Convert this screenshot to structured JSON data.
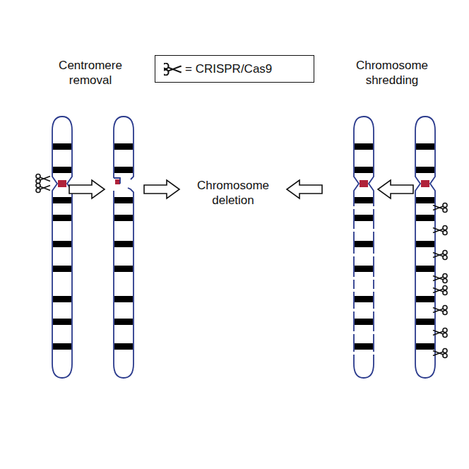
{
  "diagram": {
    "labels": [
      "Centromere removal",
      "Chromosome deletion",
      "Chromosome shredding"
    ],
    "legend": [
      {
        "text": "= CRISPR/Cas9"
      }
    ]
  }
}
